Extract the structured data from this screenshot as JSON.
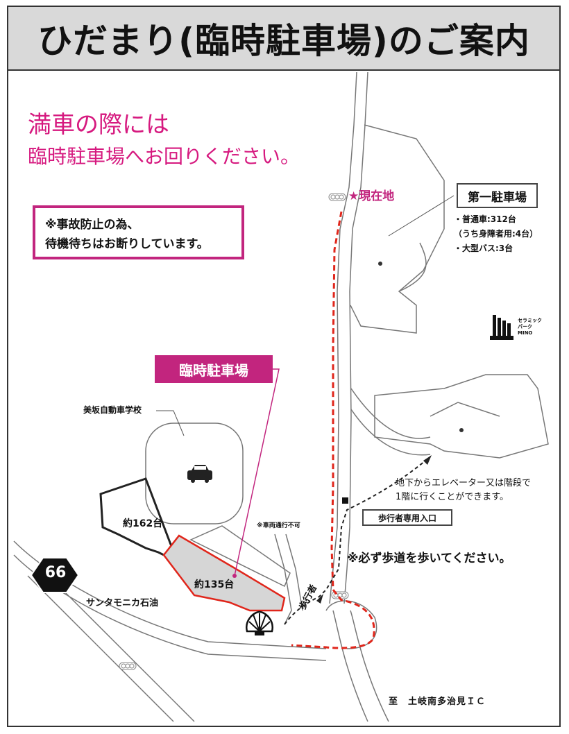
{
  "header": {
    "title": "ひだまり(臨時駐車場)のご案内"
  },
  "notice": {
    "line1": "満車の際には",
    "line2": "臨時駐車場へお回りください。"
  },
  "warning": {
    "line1": "※事故防止の為、",
    "line2": "待機待ちはお断りしています。"
  },
  "temp_parking_label": "臨時駐車場",
  "current_location": "★現在地",
  "parking1": {
    "label": "第一駐車場",
    "info": [
      "・普通車:312台",
      "（うち身障者用:4台）",
      "・大型バス:3台"
    ]
  },
  "logo": {
    "lines": [
      "セラミック",
      "パーク",
      "MINO"
    ]
  },
  "school_label": "美坂自動車学校",
  "capacity_162": "約162台",
  "capacity_135": "約135台",
  "no_vehicles": "※車両通行不可",
  "route_number": "66",
  "gas_station": "サンタモニカ石油",
  "elevator_note": {
    "line1": "地下からエレベーター又は階段で",
    "line2": "1階に行くことができます。"
  },
  "pedestrian_entrance": "歩行者専用入口",
  "sidewalk_note": "※必ず歩道を歩いてください。",
  "pedestrian_road": "歩行者",
  "to_ic": "至　土岐南多治見ＩＣ",
  "colors": {
    "accent": "#c2257e",
    "notice_text": "#d6197f",
    "route_red": "#e0261b",
    "header_bg": "#d9d9d9",
    "lot_fill": "#d6d6d6"
  }
}
